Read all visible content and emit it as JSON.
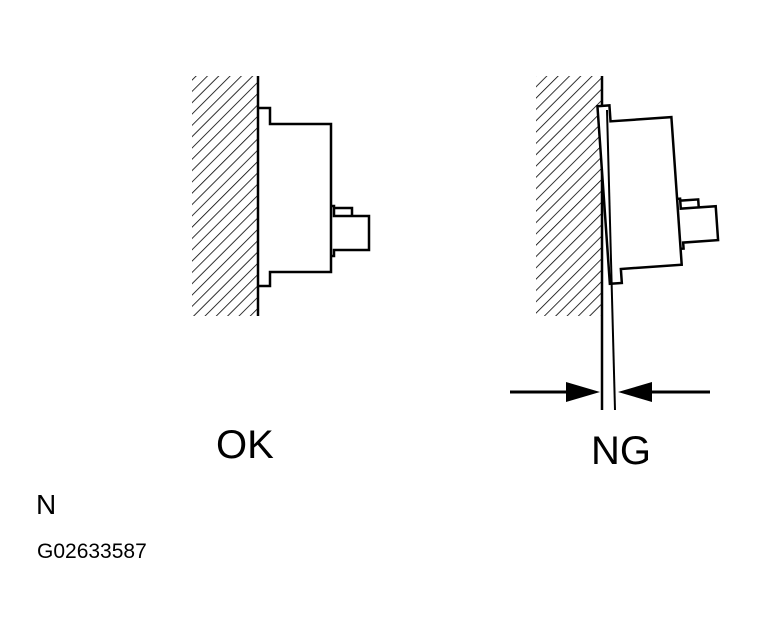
{
  "labels": {
    "ok": "OK",
    "ng": "NG",
    "marker": "N",
    "figure_code": "G02633587"
  },
  "colors": {
    "ink": "#000000",
    "background": "#ffffff"
  }
}
